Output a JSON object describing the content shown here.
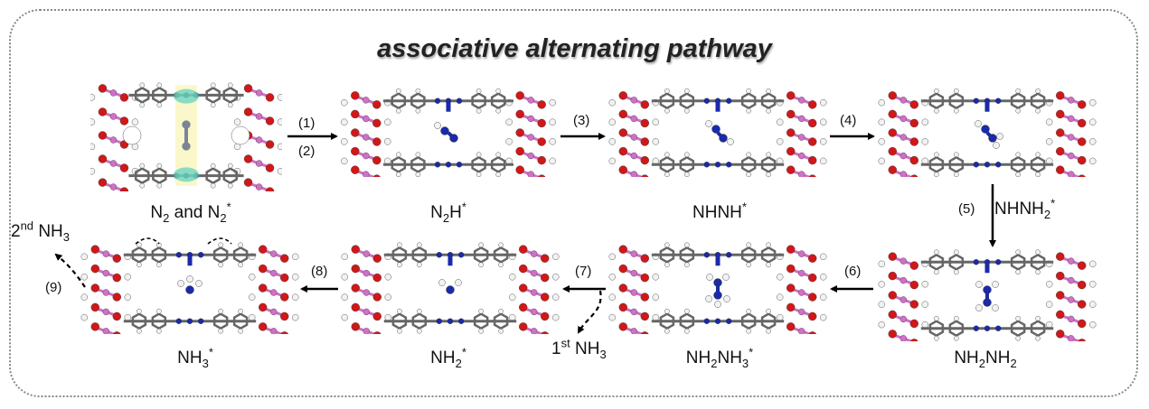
{
  "title": "associative alternating pathway",
  "intermediates": [
    {
      "id": "n2",
      "parts": [
        [
          "N"
        ],
        [
          "2",
          "sub"
        ],
        [
          " and N"
        ],
        [
          "2",
          "sub"
        ],
        [
          "*",
          "sup"
        ]
      ]
    },
    {
      "id": "n2h",
      "parts": [
        [
          "N"
        ],
        [
          "2",
          "sub"
        ],
        [
          "H"
        ],
        [
          "*",
          "sup"
        ]
      ]
    },
    {
      "id": "nhnh",
      "parts": [
        [
          "NHNH"
        ],
        [
          "*",
          "sup"
        ]
      ]
    },
    {
      "id": "nhnh2",
      "parts": [
        [
          "NHNH"
        ],
        [
          "2",
          "sub"
        ],
        [
          "*",
          "sup"
        ]
      ]
    },
    {
      "id": "nh2nh2",
      "parts": [
        [
          "NH"
        ],
        [
          "2",
          "sub"
        ],
        [
          "NH"
        ],
        [
          "2",
          "sub"
        ]
      ]
    },
    {
      "id": "nh2nh3",
      "parts": [
        [
          "NH"
        ],
        [
          "2",
          "sub"
        ],
        [
          "NH"
        ],
        [
          "3",
          "sub"
        ],
        [
          "*",
          "sup"
        ]
      ]
    },
    {
      "id": "nh2",
      "parts": [
        [
          "NH"
        ],
        [
          "2",
          "sub"
        ],
        [
          "*",
          "sup"
        ]
      ]
    },
    {
      "id": "nh3",
      "parts": [
        [
          "NH"
        ],
        [
          "3",
          "sub"
        ],
        [
          "*",
          "sup"
        ]
      ]
    }
  ],
  "releases": [
    {
      "id": "first",
      "parts": [
        [
          "1"
        ],
        [
          "st",
          "sup"
        ],
        [
          " NH"
        ],
        [
          "3",
          "sub"
        ]
      ]
    },
    {
      "id": "second",
      "parts": [
        [
          "2"
        ],
        [
          "nd",
          "sup"
        ],
        [
          " NH"
        ],
        [
          "3",
          "sub"
        ]
      ]
    }
  ],
  "steps": [
    "(1)",
    "(2)",
    "(3)",
    "(4)",
    "(5)",
    "(6)",
    "(7)",
    "(8)",
    "(9)"
  ],
  "colors": {
    "carbon": "#666666",
    "oxygen": "#d01818",
    "metal": "#d070c8",
    "hydrogen": "#f2f2f2",
    "nitrogen": "#1a2aa8",
    "frame": "#888888",
    "arrow": "#000000"
  }
}
